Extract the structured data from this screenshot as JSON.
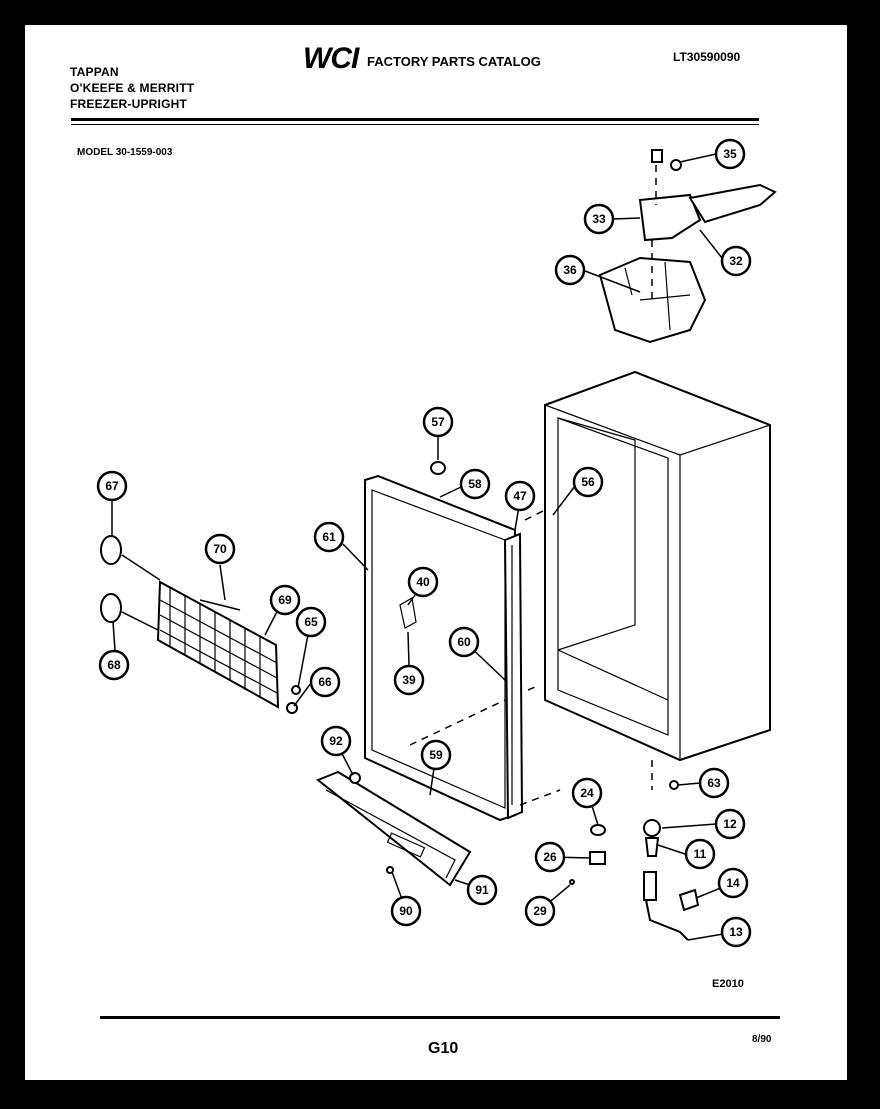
{
  "header": {
    "brand_lines": [
      "TAPPAN",
      "O'KEEFE & MERRITT",
      "FREEZER-UPRIGHT"
    ],
    "logo_text": "WCI",
    "catalog_title": "FACTORY PARTS CATALOG",
    "part_number": "LT30590090",
    "model": "MODEL 30-1559-003"
  },
  "diagram": {
    "callouts": [
      "35",
      "33",
      "32",
      "36",
      "57",
      "67",
      "70",
      "58",
      "47",
      "56",
      "61",
      "40",
      "69",
      "65",
      "68",
      "60",
      "39",
      "66",
      "92",
      "59",
      "24",
      "12",
      "63",
      "11",
      "26",
      "14",
      "91",
      "90",
      "29",
      "13"
    ]
  },
  "footer": {
    "drawing_code": "E2010",
    "page": "G10",
    "date": "8/90"
  }
}
